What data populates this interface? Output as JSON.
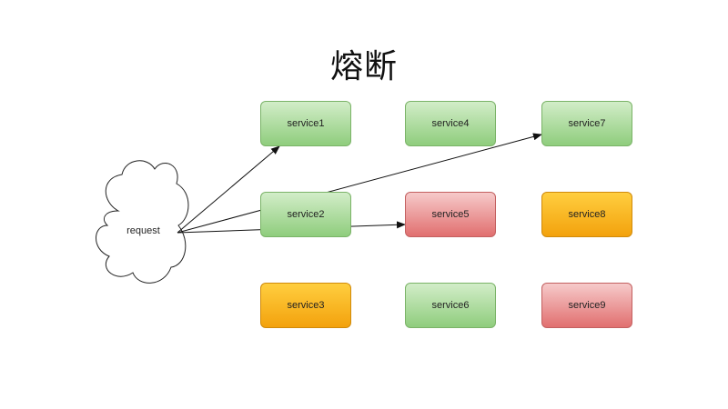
{
  "title": "熔断",
  "request_label": "request",
  "services": [
    {
      "label": "service1",
      "status": "green"
    },
    {
      "label": "service2",
      "status": "green"
    },
    {
      "label": "service3",
      "status": "orange"
    },
    {
      "label": "service4",
      "status": "green"
    },
    {
      "label": "service5",
      "status": "red"
    },
    {
      "label": "service6",
      "status": "green"
    },
    {
      "label": "service7",
      "status": "green"
    },
    {
      "label": "service8",
      "status": "orange"
    },
    {
      "label": "service9",
      "status": "red"
    }
  ],
  "colors": {
    "green": "#8fcd7d",
    "red": "#e16f6f",
    "orange": "#f3a20d"
  },
  "arrows": [
    {
      "from": "request",
      "to": "service1"
    },
    {
      "from": "request",
      "to": "service7"
    },
    {
      "from": "request",
      "to": "service5"
    }
  ]
}
